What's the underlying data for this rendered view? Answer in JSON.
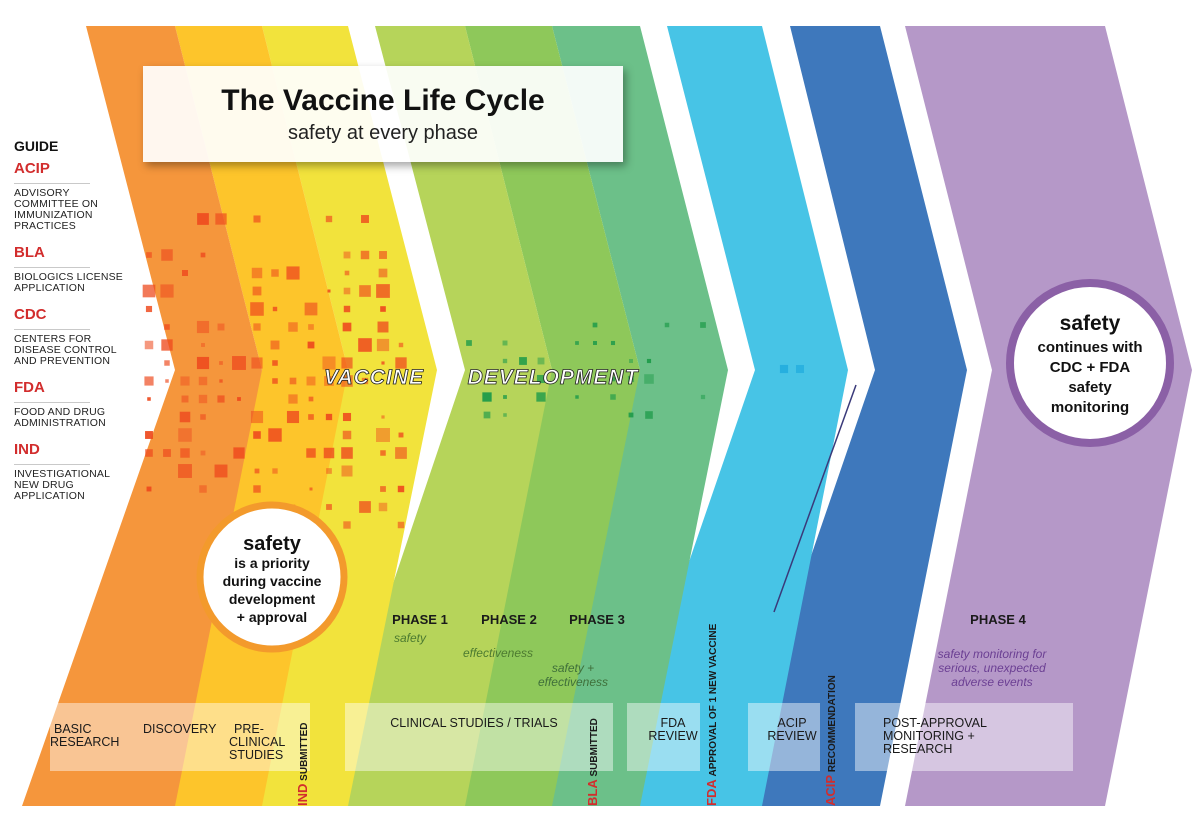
{
  "title": "The Vaccine Life Cycle",
  "subtitle": "safety at every phase",
  "guide": {
    "heading": "GUIDE",
    "items": [
      {
        "abbr": "ACIP",
        "lines": [
          "ADVISORY",
          "COMMITTEE ON",
          "IMMUNIZATION",
          "PRACTICES"
        ]
      },
      {
        "abbr": "BLA",
        "lines": [
          "BIOLOGICS LICENSE",
          "APPLICATION"
        ]
      },
      {
        "abbr": "CDC",
        "lines": [
          "CENTERS FOR",
          "DISEASE CONTROL",
          "AND PREVENTION"
        ]
      },
      {
        "abbr": "FDA",
        "lines": [
          "FOOD AND DRUG",
          "ADMINISTRATION"
        ]
      },
      {
        "abbr": "IND",
        "lines": [
          "INVESTIGATIONAL",
          "NEW DRUG",
          "APPLICATION"
        ]
      }
    ]
  },
  "banner": {
    "word1": "VACCINE",
    "word2": "DEVELOPMENT"
  },
  "safety_priority": {
    "bold": "safety",
    "lines": [
      "is a priority",
      "during vaccine",
      "development",
      "+ approval"
    ]
  },
  "safety_continues": {
    "bold": "safety",
    "lines": [
      "continues with",
      "CDC + FDA",
      "safety",
      "monitoring"
    ]
  },
  "phases": [
    {
      "label": "PHASE 1",
      "note": [
        "safety"
      ]
    },
    {
      "label": "PHASE 2",
      "note": [
        "effectiveness"
      ]
    },
    {
      "label": "PHASE 3",
      "note": [
        "safety +",
        "effectiveness"
      ]
    },
    {
      "label": "PHASE 4",
      "note": [
        "safety monitoring for",
        "serious, unexpected",
        "adverse events"
      ]
    }
  ],
  "stages": [
    {
      "lines": [
        "BASIC",
        "RESEARCH"
      ]
    },
    {
      "lines": [
        "DISCOVERY"
      ]
    },
    {
      "lines": [
        "PRE-",
        "CLINICAL",
        "STUDIES"
      ]
    },
    {
      "lines": [
        "CLINICAL STUDIES / TRIALS"
      ]
    },
    {
      "lines": [
        "FDA",
        "REVIEW"
      ]
    },
    {
      "lines": [
        "ACIP",
        "REVIEW"
      ]
    },
    {
      "lines": [
        "POST-APPROVAL",
        "MONITORING +",
        "RESEARCH"
      ]
    }
  ],
  "milestones": [
    {
      "abbr": "IND",
      "text": "SUBMITTED"
    },
    {
      "abbr": "BLA",
      "text": "SUBMITTED"
    },
    {
      "abbr": "FDA",
      "text": "APPROVAL OF 1 NEW VACCINE"
    },
    {
      "abbr": "ACIP",
      "text": "RECOMMENDATION"
    }
  ],
  "colors": {
    "bands": [
      "#f5963c",
      "#fdc52b",
      "#f2e33c",
      "#b6d45a",
      "#8ec85a",
      "#6cc089",
      "#47c4e6",
      "#3e78bc",
      "#b598c8"
    ],
    "accent_red": "#d22d2d",
    "orange_ring": "#f39a2c",
    "purple_ring": "#8b60a6",
    "purple_text": "#6b3f93",
    "green_text": "#4c7a30",
    "squares_red": "#ee4a1e",
    "squares_green": "#1f9b4a",
    "squares_blue": "#18a6dc"
  }
}
